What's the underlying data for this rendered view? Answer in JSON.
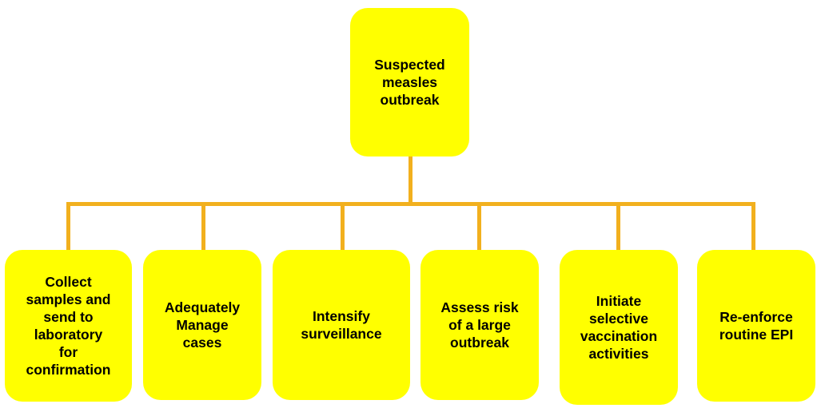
{
  "diagram": {
    "root": {
      "label": "Suspected\nmeasles\noutbreak"
    },
    "children": [
      {
        "label": "Collect\nsamples and\nsend to\nlaboratory\nfor\nconfirmation"
      },
      {
        "label": "Adequately\nManage\ncases"
      },
      {
        "label": "Intensify\nsurveillance"
      },
      {
        "label": "Assess risk\nof a large\noutbreak"
      },
      {
        "label": "Initiate\nselective\nvaccination\nactivities"
      },
      {
        "label": "Re-enforce\nroutine EPI"
      }
    ],
    "colors": {
      "box_fill": "#ffff00",
      "connector": "#f2b01e",
      "text": "#000000"
    }
  }
}
